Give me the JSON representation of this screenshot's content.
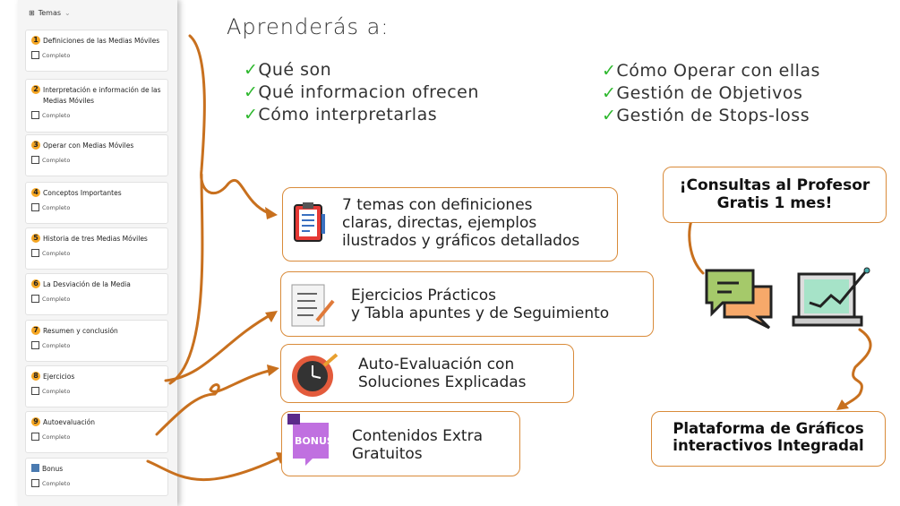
{
  "sidebar": {
    "title": "Temas",
    "check_label": "Completo",
    "items": [
      {
        "num": "1",
        "label": "Definiciones de las Medias Móviles"
      },
      {
        "num": "2",
        "label": "Interpretación e información de las Medias Móviles"
      },
      {
        "num": "3",
        "label": "Operar con Medias Móviles"
      },
      {
        "num": "4",
        "label": "Conceptos Importantes"
      },
      {
        "num": "5",
        "label": "Historia de tres Medias Móviles"
      },
      {
        "num": "6",
        "label": "La Desviación de la Media"
      },
      {
        "num": "7",
        "label": "Resumen y conclusión"
      },
      {
        "num": "8",
        "label": "Ejercicios"
      },
      {
        "num": "9",
        "label": "Autoevaluación"
      },
      {
        "num": "",
        "label": "Bonus"
      }
    ]
  },
  "heading": "Aprenderás a:",
  "learn_left": [
    "Qué son",
    "Qué informacion ofrecen",
    "Cómo interpretarlas"
  ],
  "learn_right": [
    "Cómo Operar con ellas",
    "Gestión de Objetivos",
    "Gestión de Stops-loss"
  ],
  "features": [
    {
      "line1": "7 temas con definiciones",
      "line2": "claras, directas, ejemplos",
      "line3": "ilustrados y gráficos detallados"
    },
    {
      "line1": "Ejercicios Prácticos",
      "line2": "y Tabla apuntes y de Seguimiento"
    },
    {
      "line1": "Auto-Evaluación con",
      "line2": "Soluciones Explicadas"
    },
    {
      "line1": "Contenidos Extra",
      "line2": "Gratuitos",
      "badge": "BONUS"
    }
  ],
  "consultas": {
    "line1": "¡Consultas al Profesor",
    "line2": "Gratis 1 mes!"
  },
  "plataforma": {
    "line1": "Plataforma de Gráficos",
    "line2": "interactivos Integradal"
  },
  "colors": {
    "accent": "#d98b3a",
    "arrow": "#c8701e",
    "check": "#2eb82e"
  }
}
